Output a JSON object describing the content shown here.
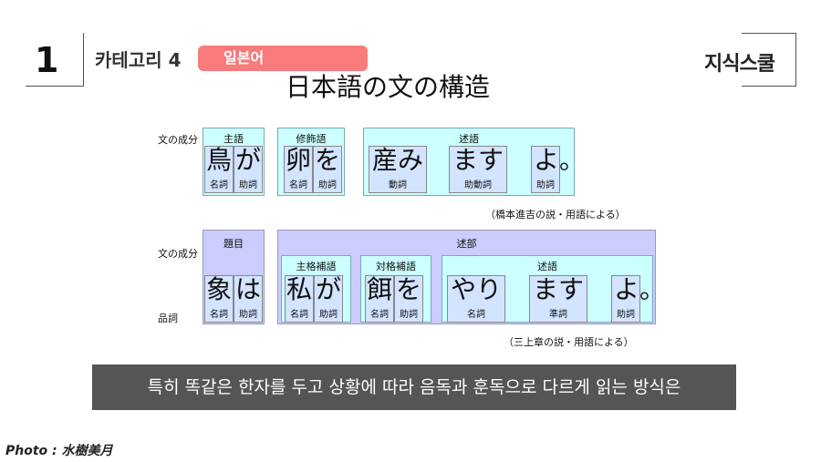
{
  "header": {
    "number": "1",
    "category": "카테고리 4",
    "pill": "일본어",
    "logo": "지식스쿨"
  },
  "diagram": {
    "title": "日本語の文の構造",
    "row_label_components": "文の成分",
    "row_label_pos": "品詞",
    "top": {
      "groups": [
        "主語",
        "修飾語",
        "述語"
      ],
      "cells": [
        {
          "ch": "鳥",
          "pos": "名詞"
        },
        {
          "ch": "が",
          "pos": "助詞"
        },
        {
          "ch": "卵",
          "pos": "名詞"
        },
        {
          "ch": "を",
          "pos": "助詞"
        },
        {
          "ch": "産み",
          "pos": "動詞"
        },
        {
          "ch": "ます",
          "pos": "助動詞"
        },
        {
          "ch": "よ。",
          "pos": "助詞"
        }
      ],
      "note": "（橋本進吉の説・用語による）"
    },
    "bottom": {
      "topic": "題目",
      "predicate_part": "述部",
      "groups": [
        "主格補語",
        "対格補語",
        "述語"
      ],
      "cells": [
        {
          "ch": "象",
          "pos": "名詞"
        },
        {
          "ch": "は",
          "pos": "助詞"
        },
        {
          "ch": "私",
          "pos": "名詞"
        },
        {
          "ch": "が",
          "pos": "助詞"
        },
        {
          "ch": "餌",
          "pos": "名詞"
        },
        {
          "ch": "を",
          "pos": "助詞"
        },
        {
          "ch": "やり",
          "pos": "名詞"
        },
        {
          "ch": "ます",
          "pos": "準詞"
        },
        {
          "ch": "よ。",
          "pos": "助詞"
        }
      ],
      "note": "（三上章の説・用語による）"
    }
  },
  "subtitle": "특히 똑같은 한자를 두고 상황에 따라 음독과 훈독으로 다르게 읽는 방식은",
  "credit": "Photo : 水樹美月",
  "colors": {
    "pill": "#f77b7b",
    "cyan": "#ccffff",
    "purple": "#ccccff",
    "cell": "#d2e4ff",
    "subtitle_bg": "#555555"
  }
}
